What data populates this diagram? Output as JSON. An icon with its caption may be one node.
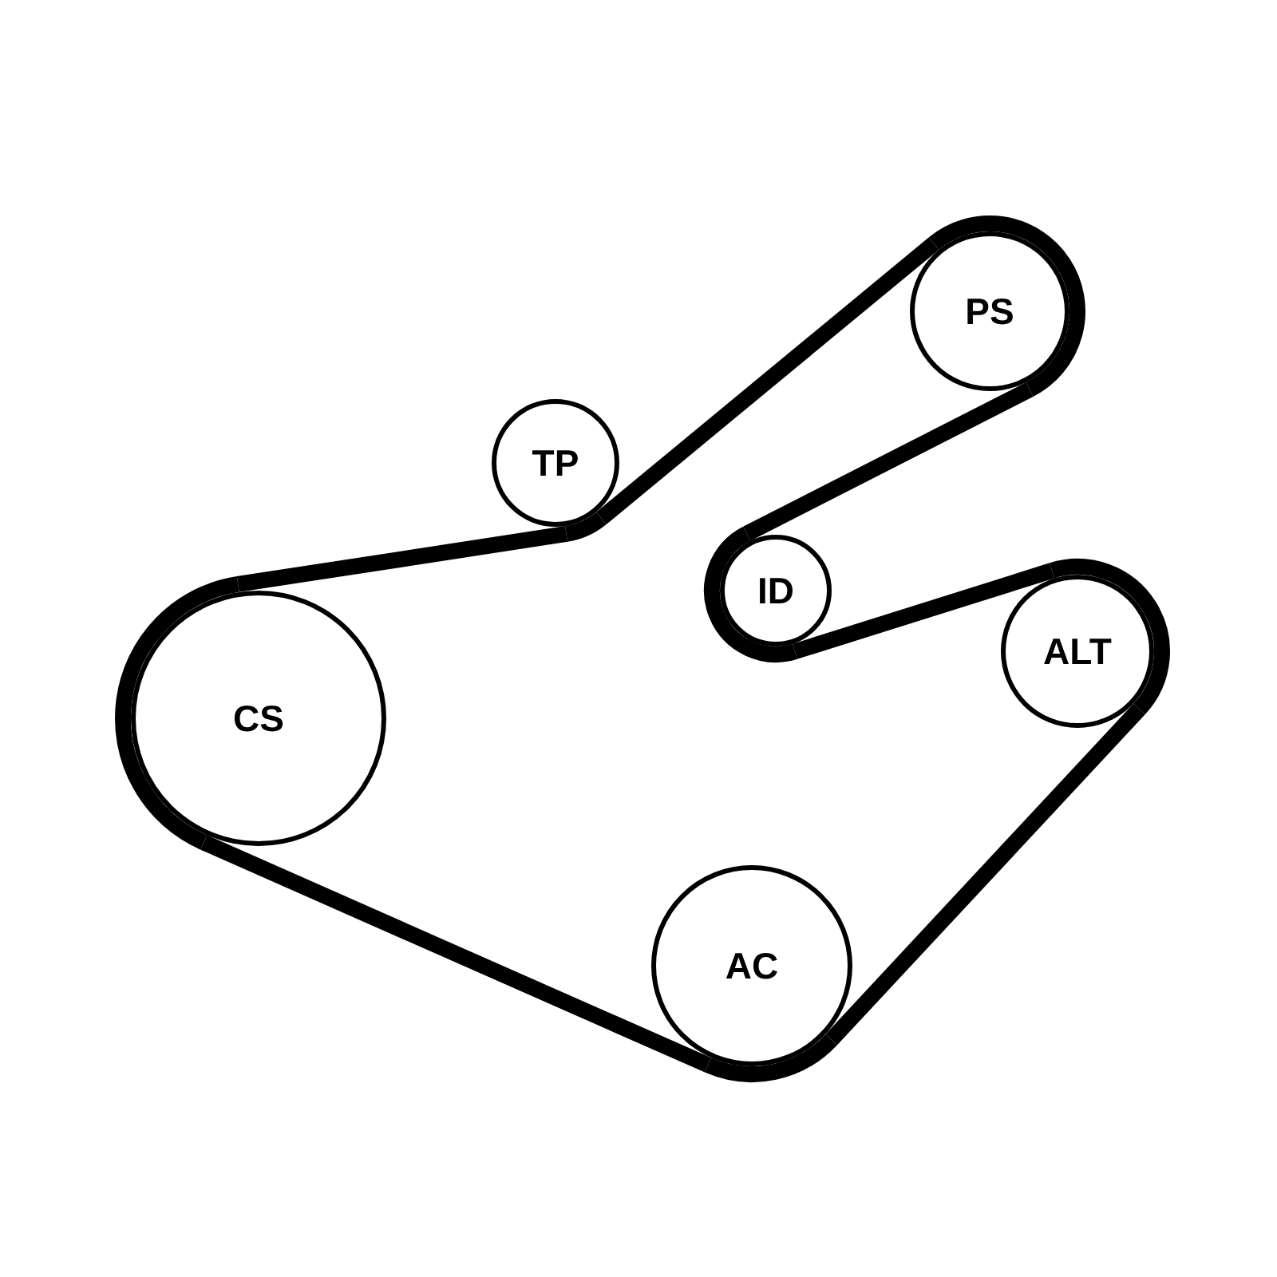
{
  "diagram": {
    "nodes": [
      {
        "text": [
          "PS"
        ]
      },
      {
        "text": [
          "TP"
        ]
      },
      {
        "text": [
          "ID"
        ]
      },
      {
        "text": [
          "ALT"
        ]
      },
      {
        "text": [
          "CS"
        ]
      },
      {
        "text": [
          "AC"
        ]
      }
    ],
    "edges": [
      {
        "from": 4,
        "to": 1,
        "arrow": "none"
      },
      {
        "from": 1,
        "to": 0,
        "arrow": "none"
      },
      {
        "from": 0,
        "to": 2,
        "arrow": "none"
      },
      {
        "from": 2,
        "to": 3,
        "arrow": "none"
      },
      {
        "from": 3,
        "to": 5,
        "arrow": "none"
      },
      {
        "from": 5,
        "to": 4,
        "arrow": "none"
      }
    ]
  }
}
